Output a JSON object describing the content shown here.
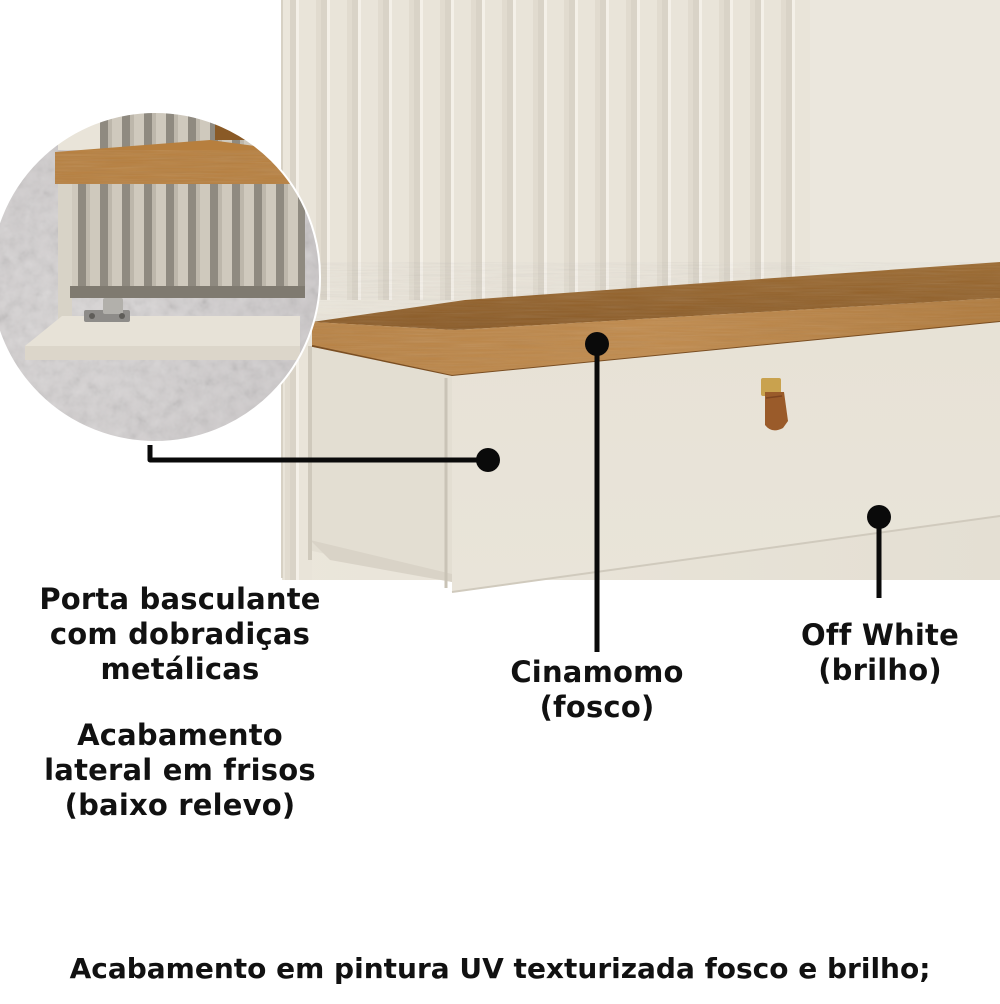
{
  "callouts": {
    "door": {
      "lines": [
        "Porta basculante",
        "com dobradiças",
        "metálicas"
      ]
    },
    "side_finish": {
      "lines": [
        "Acabamento",
        "lateral em frisos",
        "(baixo relevo)"
      ]
    },
    "top_color": {
      "lines": [
        "Cinamomo",
        "(fosco)"
      ]
    },
    "body_color": {
      "lines": [
        "Off White",
        "(brilho)"
      ]
    }
  },
  "footer": {
    "text": "Acabamento em pintura UV texturizada fosco e brilho;"
  },
  "colors": {
    "off_white": "#ece7dc",
    "cinamomo": "#a8753a",
    "background": "#ffffff",
    "callout_line": "#0a0a0a"
  },
  "icons": [
    "hinge-icon",
    "leather-handle-icon"
  ]
}
